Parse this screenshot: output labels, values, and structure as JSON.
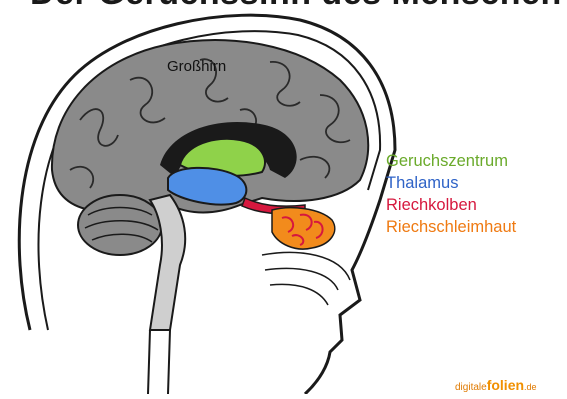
{
  "title": "Der Geruchssinn des Menschen",
  "labels": {
    "cerebrum": "Großhirn"
  },
  "legend": [
    {
      "label": "Geruchszentrum",
      "color": "#6aaa2b"
    },
    {
      "label": "Thalamus",
      "color": "#2f63c7"
    },
    {
      "label": "Riechkolben",
      "color": "#d6183e"
    },
    {
      "label": "Riechschleimhaut",
      "color": "#ef7a12"
    }
  ],
  "logo": {
    "prefix": "digitale",
    "brand": "folien",
    "tld": ".de"
  }
}
